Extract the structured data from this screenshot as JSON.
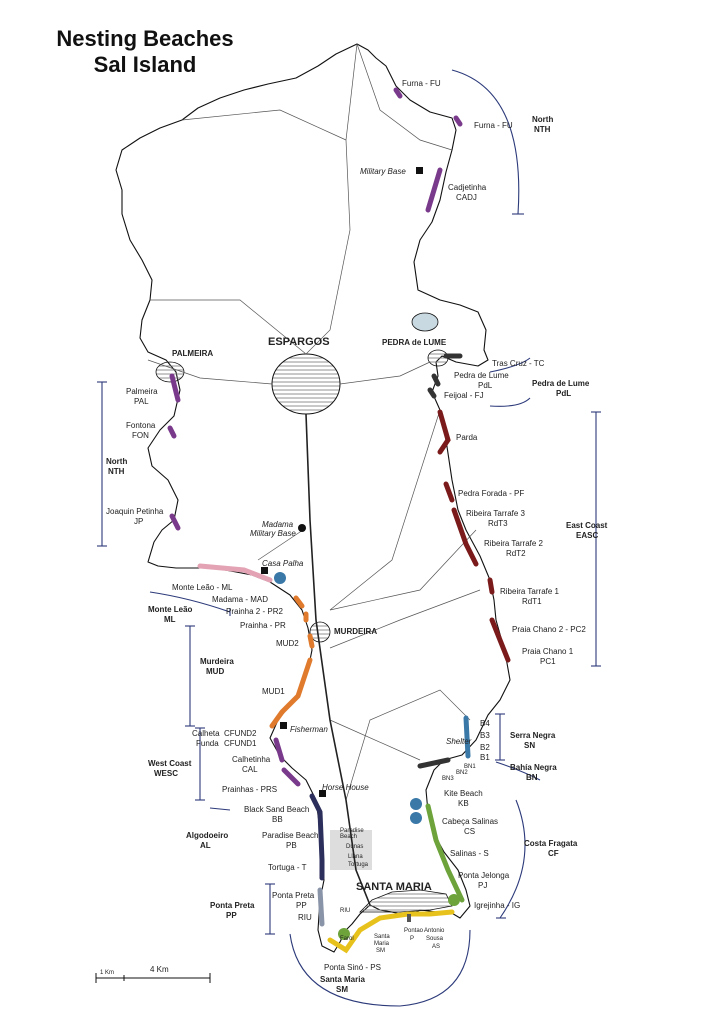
{
  "title": {
    "line1": "Nesting Beaches",
    "line2": "Sal Island"
  },
  "towns": {
    "espargos": "ESPARGOS",
    "palmeira": "PALMEIRA",
    "pedra_de_lume": "PEDRA de LUME",
    "murdeira": "MURDEIRA",
    "santa_maria": "SANTA MARIA"
  },
  "landmarks": {
    "military_base": "Military Base",
    "madama_military_base_1": "Madama",
    "madama_military_base_2": "Military Base",
    "casa_palha": "Casa Palha",
    "fisherman": "Fisherman",
    "horse_house": "Horse House",
    "shelter": "Shelter",
    "paradise_beach_1": "Paradise",
    "paradise_beach_2": "Beach",
    "dunas": "Dunas",
    "llana_1": "Llana",
    "llana_2": "Tortuga",
    "riu_hotel": "RIU",
    "farol": "Farol"
  },
  "beaches": {
    "furna_1": "Furna - FU",
    "furna_2": "Furna - FU",
    "cadjetinha_1": "Cadjetinha",
    "cadjetinha_2": "CADJ",
    "palmeira_1": "Palmeira",
    "palmeira_2": "PAL",
    "fontona_1": "Fontona",
    "fontona_2": "FON",
    "joaquin_1": "Joaquin Petinha",
    "joaquin_2": "JP",
    "tras_cruz": "Tras Cruz - TC",
    "pdl_1": "Pedra de Lume",
    "pdl_2": "PdL",
    "feijoal": "Feijoal - FJ",
    "parda": "Parda",
    "pedra_forada": "Pedra Forada - PF",
    "rdt3_1": "Ribeira Tarrafe 3",
    "rdt3_2": "RdT3",
    "rdt2_1": "Ribeira Tarrafe 2",
    "rdt2_2": "RdT2",
    "rdt1_1": "Ribeira Tarrafe 1",
    "rdt1_2": "RdT1",
    "pc2": "Praia Chano 2 - PC2",
    "pc1_1": "Praia Chano 1",
    "pc1_2": "PC1",
    "monte_leao": "Monte Leão - ML",
    "madama": "Madama - MAD",
    "pr2": "Prainha 2 - PR2",
    "pr": "Prainha - PR",
    "mud2": "MUD2",
    "mud1": "MUD1",
    "cfund2": "CFUND2",
    "cfund1": "CFUND1",
    "calheta_funda_1": "Calheta",
    "calheta_funda_2": "Funda",
    "calhetinha_1": "Calhetinha",
    "calhetinha_2": "CAL",
    "prainhas": "Prainhas - PRS",
    "black_sand_1": "Black Sand Beach",
    "black_sand_2": "BB",
    "paradise_pb_1": "Paradise Beach",
    "paradise_pb_2": "PB",
    "tortuga": "Tortuga - T",
    "ponta_preta_1": "Ponta Preta",
    "ponta_preta_2": "PP",
    "riu": "RIU",
    "ponta_sino": "Ponta Sinó - PS",
    "santa_maria_1": "Santa",
    "santa_maria_2": "Maria",
    "santa_maria_3": "SM",
    "pontao_1": "Pontao",
    "pontao_2": "P",
    "antonio_1": "Antonio",
    "antonio_2": "Sousa",
    "antonio_3": "AS",
    "b4": "B4",
    "b3": "B3",
    "b2": "B2",
    "b1": "B1",
    "bn1": "BN1",
    "bn2": "BN2",
    "bn3": "BN3",
    "kite_1": "Kite Beach",
    "kite_2": "KB",
    "cabeca_1": "Cabeça Salinas",
    "cabeca_2": "CS",
    "salinas": "Salinas - S",
    "ponta_jelonga_1": "Ponta Jelonga",
    "ponta_jelonga_2": "PJ",
    "igrejinha": "Igrejinha - IG"
  },
  "zones": {
    "north_e_1": "North",
    "north_e_2": "NTH",
    "north_w_1": "North",
    "north_w_2": "NTH",
    "pdl_1": "Pedra de Lume",
    "pdl_2": "PdL",
    "east_1": "East Coast",
    "east_2": "EASC",
    "serra_1": "Serra Negra",
    "serra_2": "SN",
    "bahia_1": "Bahía Negra",
    "bahia_2": "BN",
    "costa_1": "Costa Fragata",
    "costa_2": "CF",
    "monte_1": "Monte Leão",
    "monte_2": "ML",
    "murdeira_1": "Murdeira",
    "murdeira_2": "MUD",
    "west_1": "West Coast",
    "west_2": "WESC",
    "algo_1": "Algodoeiro",
    "algo_2": "AL",
    "ponta_preta_1": "Ponta Preta",
    "ponta_preta_2": "PP",
    "sm_1": "Santa Maria",
    "sm_2": "SM"
  },
  "scale": {
    "label_small": "1 Km",
    "label_large": "4 Km"
  },
  "colors": {
    "coast": "#111111",
    "road": "#555555",
    "purple": "#7a3a8c",
    "dark_red": "#7b1a1a",
    "orange": "#e07a2c",
    "dark_blue": "#2c2f5c",
    "grey_blue": "#8a94a8",
    "yellow": "#e8c21c",
    "green": "#6da33a",
    "steel_blue": "#3a78a8",
    "near_black": "#333333",
    "arrow_red": "#d0203a",
    "lake": "#c9d9e2",
    "hatch": "#777777"
  }
}
